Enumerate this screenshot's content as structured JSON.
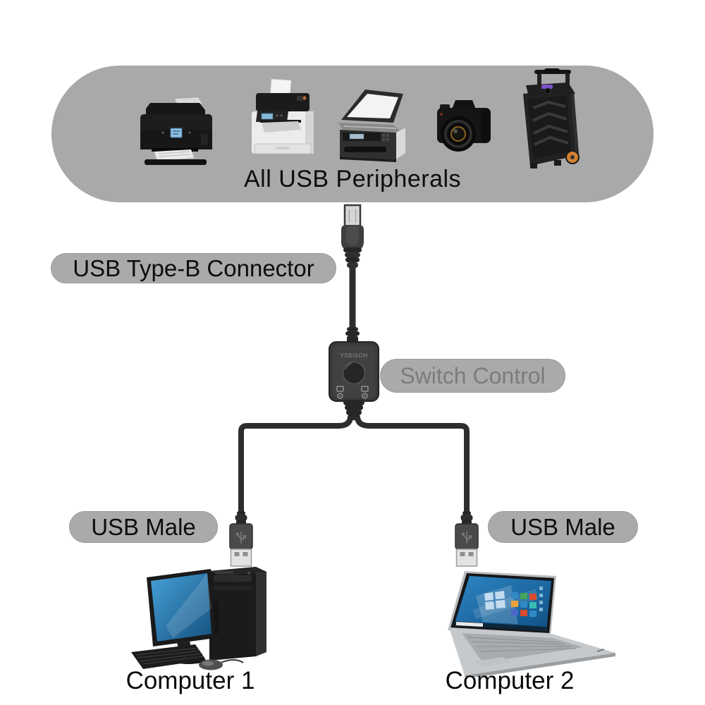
{
  "peripherals_group": {
    "label": "All USB Peripherals",
    "devices": [
      {
        "name": "multifunction-printer"
      },
      {
        "name": "inkjet-printer"
      },
      {
        "name": "flatbed-scanner"
      },
      {
        "name": "dslr-camera"
      },
      {
        "name": "portable-speaker"
      }
    ]
  },
  "callouts": {
    "usb_type_b": "USB Type-B Connector",
    "switch_control": "Switch Control",
    "usb_male_left": "USB Male",
    "usb_male_right": "USB Male"
  },
  "switch_device": {
    "brand": "YSBIXOH"
  },
  "computers": [
    {
      "label": "Computer 1"
    },
    {
      "label": "Computer 2"
    }
  ],
  "colors": {
    "background": "#ffffff",
    "capsule_gray": "#a9a9a9",
    "pill_gray": "#aaaaaa",
    "label_text": "#0d0d0d",
    "muted_label_text": "#7c7c7c",
    "cable_black": "#2d2d2d",
    "metal_silver": "#e3e3e3",
    "screen_blue": "#2e86c3",
    "wheel_orange": "#d2802f"
  }
}
